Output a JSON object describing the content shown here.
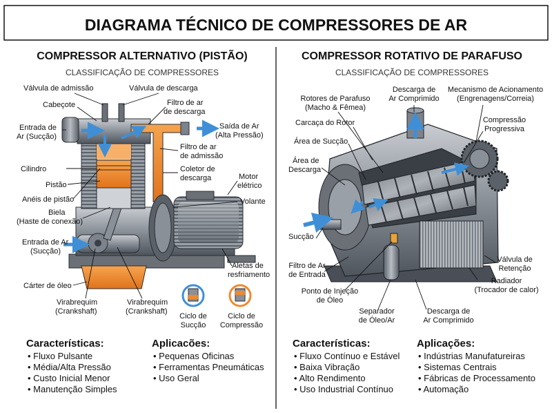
{
  "title": "DIAGRAMA TÉCNICO DE COMPRESSORES DE AR",
  "left": {
    "heading": "COMPRESSOR ALTERNATIVO (PISTÃO)",
    "subheading": "CLASSIFICAÇÃO DE COMPRESSORES",
    "labels": {
      "intake_valve": "Válvula de admissão",
      "discharge_valve": "Válvula de descarga",
      "head": "Cabeçote",
      "discharge_filter_1": "Filtro de ar",
      "discharge_filter_2": "de descarga",
      "air_inlet_top_1": "Entrada de",
      "air_inlet_top_2": "Ar (Sucção)",
      "air_outlet_1": "Saída de Ar",
      "air_outlet_2": "(Alta Pressão)",
      "intake_filter_1": "Filtro de ar",
      "intake_filter_2": "de admissão",
      "cylinder": "Cilindro",
      "discharge_manifold_1": "Coletor de",
      "discharge_manifold_2": "descarga",
      "electric_motor_1": "Motor",
      "electric_motor_2": "elétrico",
      "piston": "Pistão",
      "flywheel": "Volante",
      "piston_rings": "Anéis de pistão",
      "rod_1": "Biela",
      "rod_2": "(Haste de conexão)",
      "air_inlet_bottom_1": "Entrada de Ar",
      "air_inlet_bottom_2": "(Sucção)",
      "cooling_fins_1": "Aletas de",
      "cooling_fins_2": "resfriamento",
      "oil_sump": "Cárter de óleo",
      "crankshaft_a_1": "Virabrequim",
      "crankshaft_a_2": "(Crankshaft)",
      "crankshaft_b_1": "Virabrequim",
      "crankshaft_b_2": "(Crankshaft)",
      "suction_cycle_1": "Ciclo de",
      "suction_cycle_2": "Sucção",
      "compression_cycle_1": "Ciclo de",
      "compression_cycle_2": "Compressão"
    },
    "characteristics": {
      "heading": "Características:",
      "items": [
        "• Fluxo Pulsante",
        "• Média/Alta Pressão",
        "• Custo Inicial Menor",
        "• Manutenção Simples"
      ]
    },
    "applications": {
      "heading": "Aplicacões:",
      "items": [
        "• Pequenas Oficinas",
        "• Ferramentas Pneumáticas",
        "• Uso Geral"
      ]
    }
  },
  "right": {
    "heading": "COMPRESSOR ROTATIVO DE PARAFUSO",
    "subheading": "CLASSIFICAÇÃO DE COMPRESSORES",
    "labels": {
      "screw_rotors_1": "Rotores de Parafuso",
      "screw_rotors_2": "(Macho & Fêmea)",
      "discharge_top_1": "Descarga de",
      "discharge_top_2": "Ar Comprimido",
      "drive_1": "Mecanismo de Acionamento",
      "drive_2": "(Engrenagens/Correia)",
      "rotor_housing": "Carcaça do Rotor",
      "progressive_1": "Compressão",
      "progressive_2": "Progressiva",
      "suction_area": "Área de Sucção",
      "discharge_area_1": "Área de",
      "discharge_area_2": "Descarga",
      "suction": "Sucção",
      "inlet_filter_1": "Filtro de Ar",
      "inlet_filter_2": "de Entrada",
      "check_valve_1": "Válvula de",
      "check_valve_2": "Retenção",
      "radiator_1": "Radiador",
      "radiator_2": "(Trocador de calor)",
      "oil_injection_1": "Ponto de Injeção",
      "oil_injection_2": "de Óleo",
      "separator_1": "Separador",
      "separator_2": "de Óleo/Ar",
      "discharge_bottom_1": "Descarga de",
      "discharge_bottom_2": "Ar Comprimido"
    },
    "characteristics": {
      "heading": "Características:",
      "items": [
        "• Fluxo Contínuo e Estável",
        "• Baixa Vibração",
        "• Alto Rendimento",
        "• Uso Industrial Contínuo"
      ]
    },
    "applications": {
      "heading": "Aplicações:",
      "items": [
        "• Indústrias Manufatureiras",
        "• Sistemas Centrais",
        "• Fábricas de Processamento",
        "• Automação"
      ]
    }
  },
  "colors": {
    "orange": "#f08a2c",
    "blue_arrow": "#3f8fd6",
    "metal_dark": "#4a4f57",
    "metal_mid": "#7d838c",
    "metal_light": "#b8bdc4"
  }
}
